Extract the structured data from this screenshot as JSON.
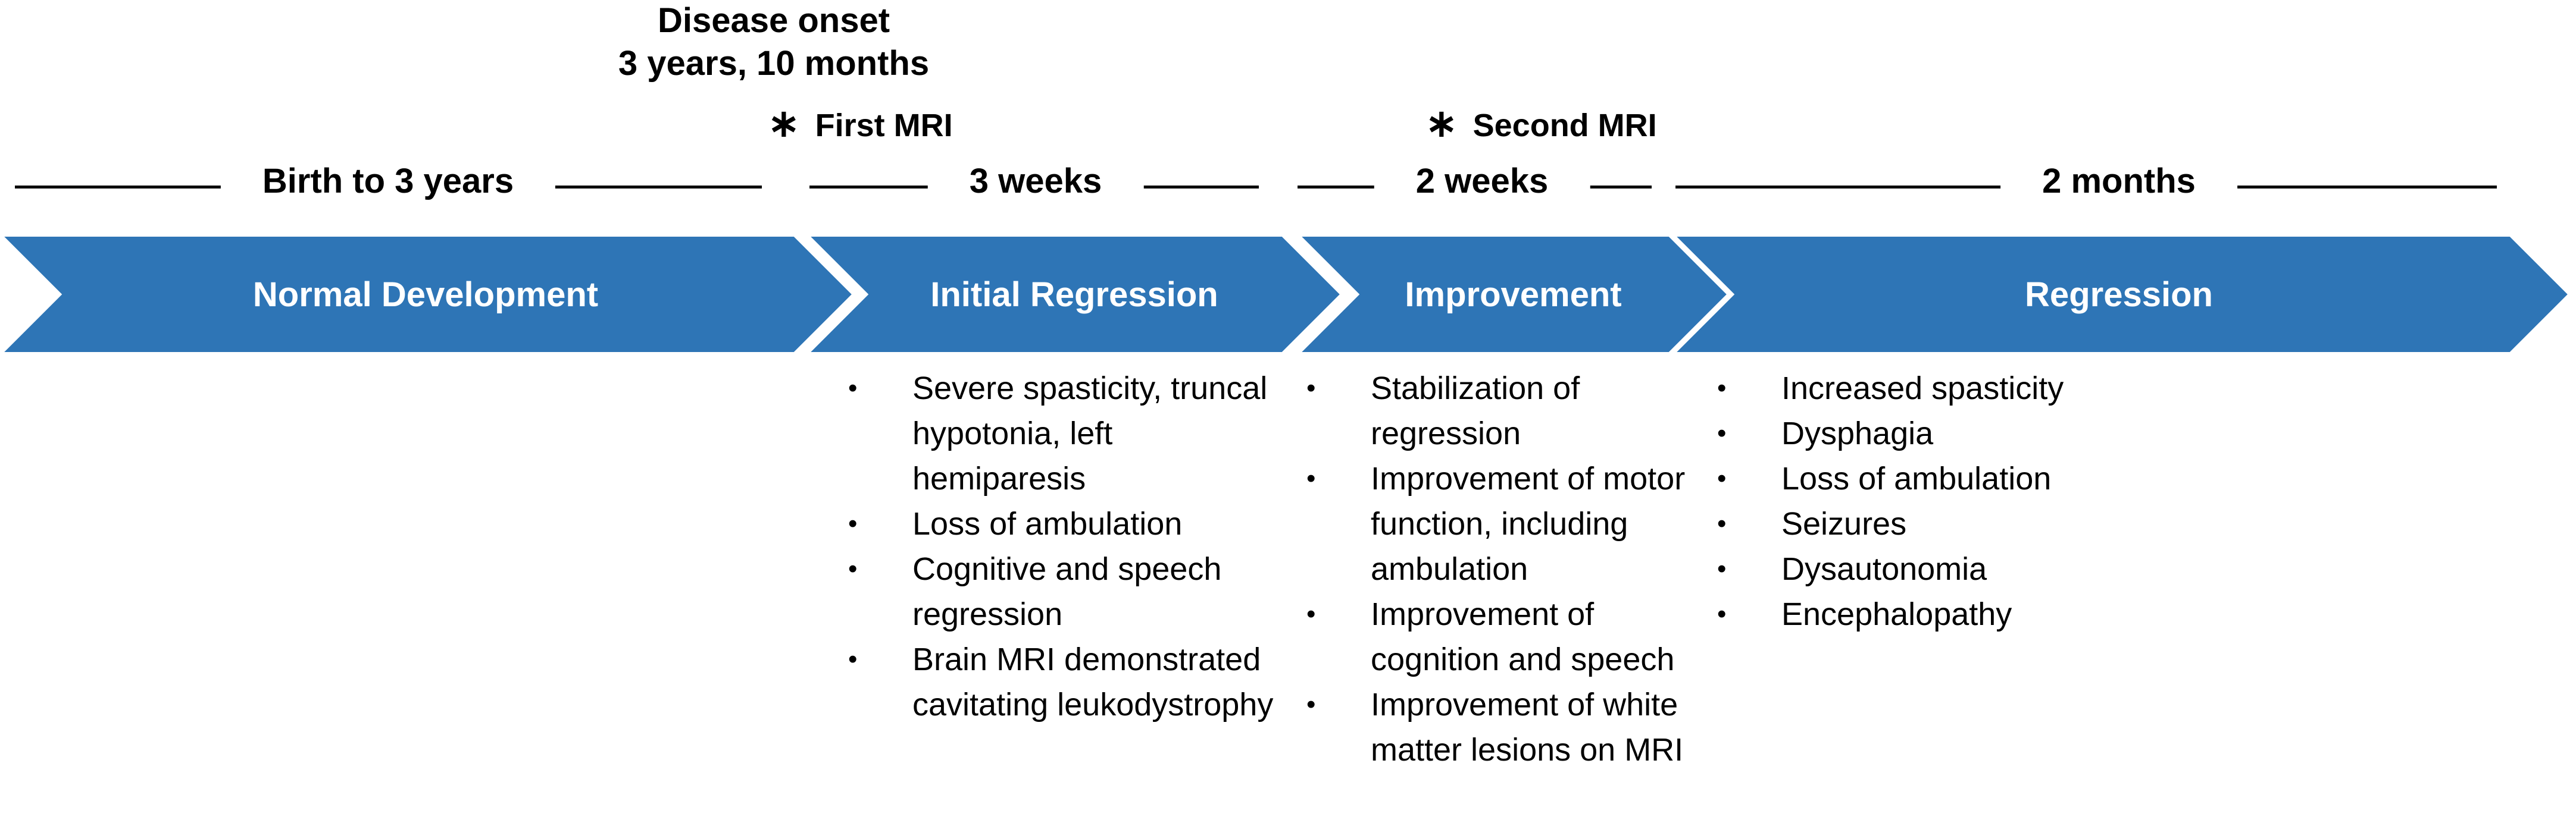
{
  "onset": {
    "title": "Disease onset",
    "age": "3 years, 10 months"
  },
  "mri_markers": [
    {
      "symbol": "∗",
      "label": "First MRI"
    },
    {
      "symbol": "∗",
      "label": "Second MRI"
    }
  ],
  "periods": [
    "Birth to 3 years",
    "3 weeks",
    "2 weeks",
    "2 months"
  ],
  "phases": [
    {
      "name": "Normal Development",
      "items": []
    },
    {
      "name": "Initial Regression",
      "items": [
        "Severe spasticity, truncal hypotonia, left hemiparesis",
        "Loss of ambulation",
        "Cognitive and speech regression",
        "Brain MRI demonstrated cavitating leukodystrophy"
      ]
    },
    {
      "name": "Improvement",
      "items": [
        "Stabilization of regression",
        "Improvement of motor function, including ambulation",
        "Improvement of cognition and speech",
        "Improvement of white matter lesions on MRI"
      ]
    },
    {
      "name": "Regression",
      "items": [
        "Increased spasticity",
        "Dysphagia",
        "Loss of ambulation",
        "Seizures",
        "Dysautonomia",
        "Encephalopathy"
      ]
    }
  ],
  "colors": {
    "chevron_fill": "#2E75B6",
    "chevron_border": "#ffffff",
    "label_text": "#ffffff"
  }
}
